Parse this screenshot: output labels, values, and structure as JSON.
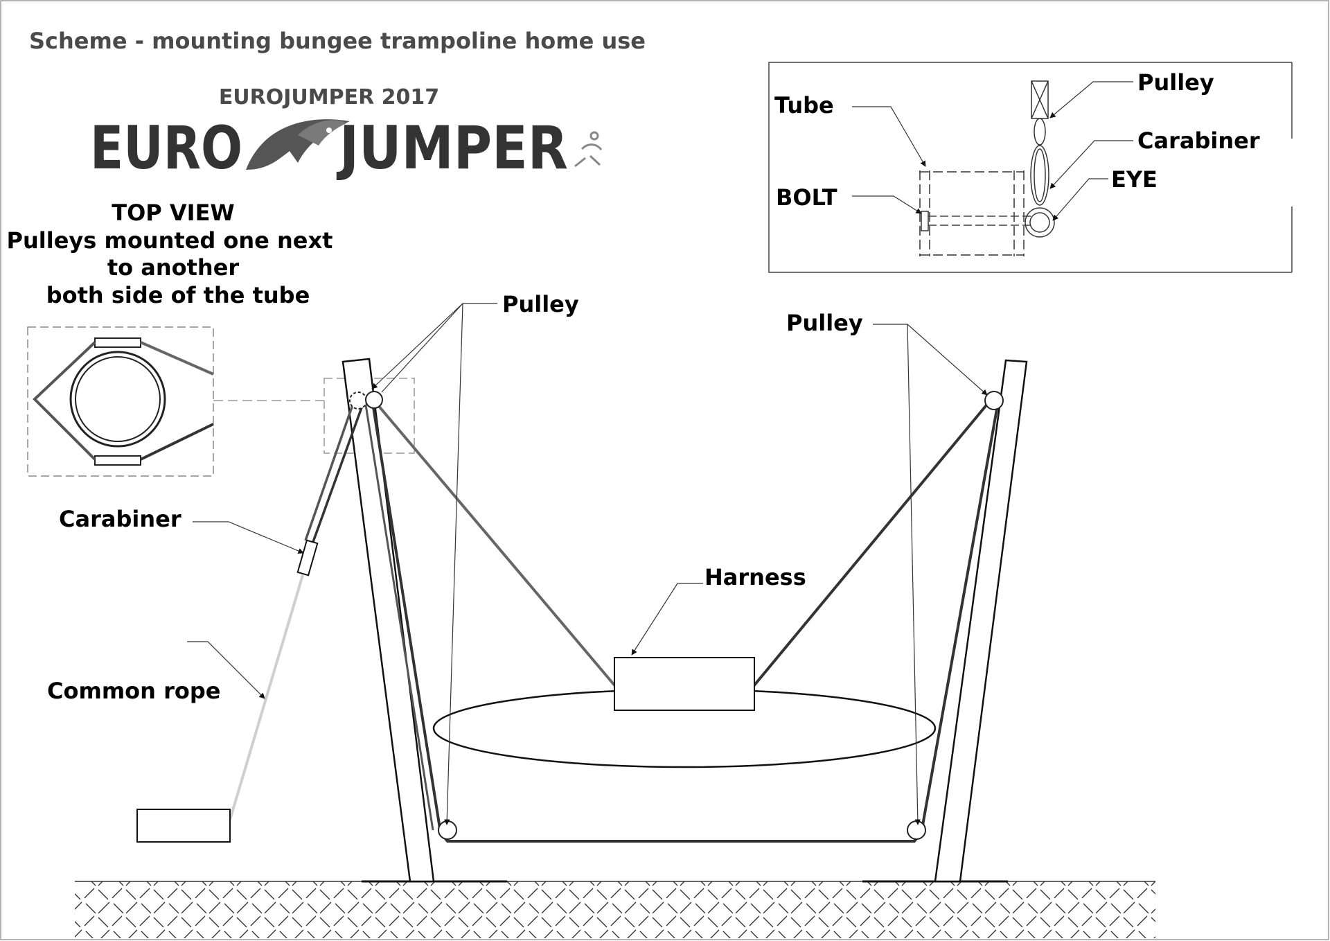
{
  "title": "Scheme - mounting bungee trampoline home use",
  "brand": {
    "year_caption": "EUROJUMPER 2017",
    "logo_left": "EURO",
    "logo_right": "JUMPER"
  },
  "top_view": {
    "lines": [
      "TOP VIEW",
      "Pulleys mounted one next",
      "to another",
      "both side of the tube"
    ]
  },
  "labels": {
    "pulley_left": "Pulley",
    "pulley_right": "Pulley",
    "carabiner": "Carabiner",
    "common_rope": "Common rope",
    "harness": "Harness"
  },
  "detail": {
    "tube": "Tube",
    "bolt": "BOLT",
    "pulley": "Pulley",
    "carabiner": "Carabiner",
    "eye": "EYE"
  },
  "colors": {
    "line": "#222222",
    "rope_grey": "#6a6a6a",
    "rope_light": "#cfcfcf",
    "title_grey": "#4a4a4a"
  }
}
